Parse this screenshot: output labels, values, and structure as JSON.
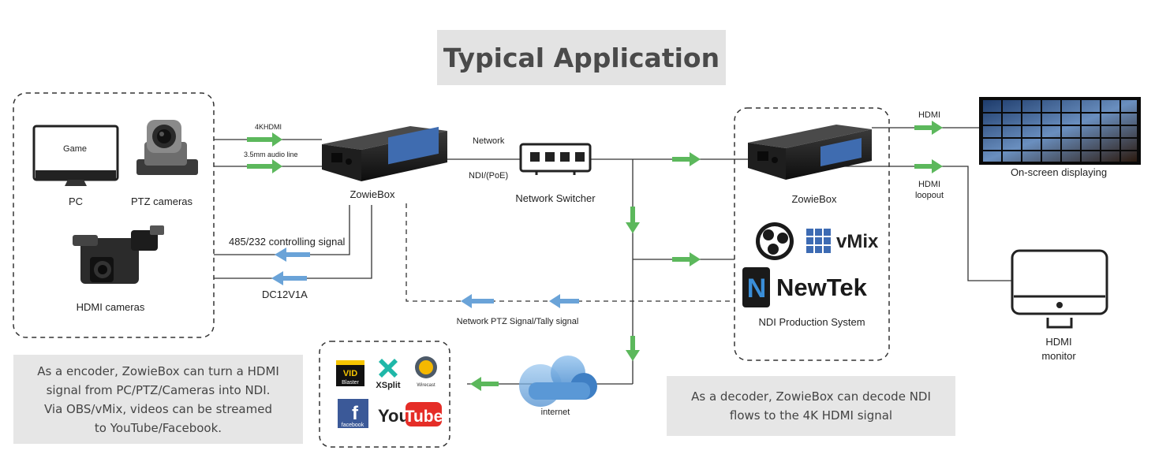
{
  "title": "Typical Application",
  "labels": {
    "game": "Game",
    "pc": "PC",
    "ptz": "PTZ cameras",
    "hdmi_cameras": "HDMI cameras",
    "k4hdmi": "4KHDMI",
    "audio_line": "3.5mm audio line",
    "zowiebox_left": "ZowieBox",
    "zowiebox_right": "ZowieBox",
    "network": "Network",
    "ndi_poe": "NDI/(PoE)",
    "network_switcher": "Network Switcher",
    "rs485": "485/232 controlling signal",
    "dc": "DC12V1A",
    "ptz_tally": "Network PTZ Signal/Tally signal",
    "internet": "internet",
    "hdmi_out": "HDMI",
    "on_screen": "On-screen displaying",
    "hdmi_loopout_1": "HDMI",
    "hdmi_loopout_2": "loopout",
    "hdmi_monitor_1": "HDMI",
    "hdmi_monitor_2": "monitor",
    "ndi_production": "NDI Production System"
  },
  "logos": {
    "vmix": "vMix",
    "newtek": "NewTek",
    "xsplit": "XSplit",
    "wirecast": "Wirecast",
    "vid": "VID",
    "blaster": "Blaster",
    "facebook": "facebook",
    "youtube_you": "You",
    "youtube_tube": "Tube"
  },
  "device_brand": "ZowieBox",
  "notes": {
    "encoder": "As a encoder, ZowieBox can turn a HDMI\nsignal from PC/PTZ/Cameras into NDI.\nVia OBS/vMix, videos can be streamed\nto YouTube/Facebook.",
    "decoder": "As a decoder, ZowieBox can decode NDI\nflows to the 4K HDMI signal"
  },
  "colors": {
    "green_arrow": "#5cb85c",
    "blue_arrow": "#6aa3d8",
    "line": "#333333",
    "note_bg": "#e6e6e6",
    "title_bg": "#e3e3e3"
  }
}
